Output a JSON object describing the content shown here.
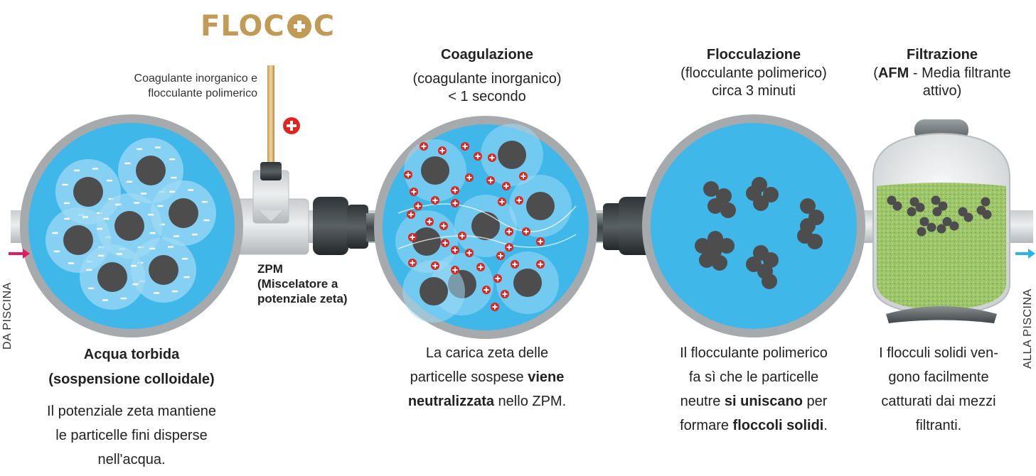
{
  "brand": {
    "part1": "FLOC",
    "part2": "C"
  },
  "dose_note": {
    "line1": "Coagulante inorganico e",
    "line2": "flocculante polimerico"
  },
  "zpm": {
    "line1": "ZPM",
    "line2": "(Miscelatore a",
    "line3": "potenziale zeta)"
  },
  "inlet_label": "DA PISCINA",
  "outlet_label": "ALLA PISCINA",
  "stages": [
    {
      "title": "Acqua torbida",
      "subtitle": "(sospensione colloidale)",
      "desc_lines": [
        "Il potenziale zeta mantiene",
        "le particelle fini disperse",
        "nell'acqua."
      ]
    },
    {
      "title": "Coagulazione",
      "subtitle_lines": [
        "(coagulante inorganico)",
        "< 1 secondo"
      ],
      "desc_lines": [
        "La carica zeta delle"
      ],
      "desc_l2_normal": "particelle sospese ",
      "desc_l2_bold": "viene",
      "desc_l3_bold": "neutralizzata",
      "desc_l3_normal": " nello ZPM."
    },
    {
      "title": "Flocculazione",
      "subtitle_lines": [
        "(flocculante polimerico)",
        "circa 3 minuti"
      ],
      "desc_l1": "Il flocculante polimerico",
      "desc_l2": "fa sì che le particelle",
      "desc_l3_normal": "neutre ",
      "desc_l3_bold": "si uniscano",
      "desc_l3_end": " per",
      "desc_l4_normal": "formare ",
      "desc_l4_bold": "floccoli solidi",
      "desc_l4_end": "."
    },
    {
      "title": "Filtrazione",
      "subtitle_open": "(",
      "subtitle_bold": "AFM",
      "subtitle_rest": " - Media filtrante",
      "subtitle_line2": "attivo)",
      "desc_lines": [
        "I flocculi solidi ven-",
        "gono facilmente",
        "catturati dai mezzi",
        "filtranti."
      ]
    }
  ],
  "colors": {
    "water": "#3fb7e9",
    "particle": "#4d4d4d",
    "charge_ring": "#9fdaf5",
    "positive": "#e2241f",
    "filter_media": "#9cc468",
    "inlet_arrow": "#e6195f",
    "outlet_arrow": "#2bb3e3",
    "brand": "#c19a55"
  }
}
